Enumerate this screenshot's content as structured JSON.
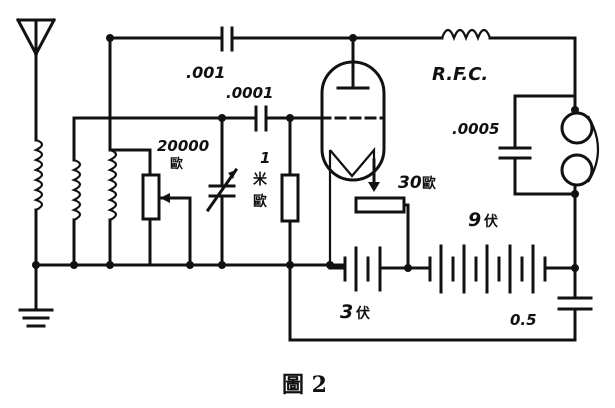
{
  "figure": {
    "caption": "圖 2"
  },
  "labels": {
    "cap_top": ".001",
    "cap_grid": ".0001",
    "rfc": "R.F.C.",
    "cap_phones": ".0005",
    "pot_value": "20000",
    "pot_unit": "歐",
    "grid_leak_value": "1",
    "grid_leak_unit_1": "米",
    "grid_leak_unit_2": "歐",
    "rheostat_value": "30",
    "rheostat_unit": "歐",
    "battery_b_value": "9",
    "battery_b_unit": "伏",
    "battery_a_value": "3",
    "battery_a_unit": "伏",
    "bypass_cap": "0.5"
  }
}
